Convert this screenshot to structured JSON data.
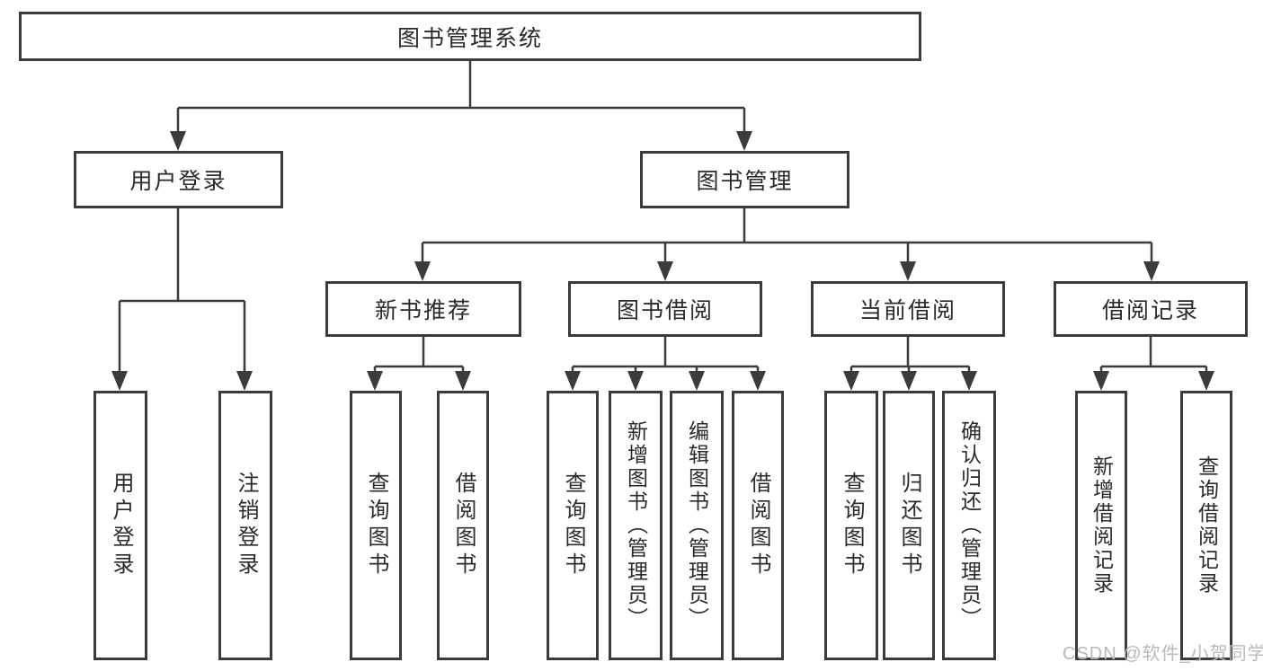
{
  "diagram": {
    "colors": {
      "line": "#3b3b3b",
      "box_border": "#3b3b3b",
      "text": "#2a2a2a",
      "watermark": "#b9b9bd",
      "background": "#ffffff"
    },
    "tree": {
      "root": {
        "label": "图书管理系统"
      },
      "branches": [
        {
          "label": "用户登录",
          "leaves": [
            {
              "label": "用户登录"
            },
            {
              "label": "注销登录"
            }
          ]
        },
        {
          "label": "图书管理",
          "groups": [
            {
              "label": "新书推荐",
              "leaves": [
                {
                  "label": "查询图书"
                },
                {
                  "label": "借阅图书"
                }
              ]
            },
            {
              "label": "图书借阅",
              "leaves": [
                {
                  "label": "查询图书"
                },
                {
                  "label": "新增图书（管理员）"
                },
                {
                  "label": "编辑图书（管理员）"
                },
                {
                  "label": "借阅图书"
                }
              ]
            },
            {
              "label": "当前借阅",
              "leaves": [
                {
                  "label": "查询图书"
                },
                {
                  "label": "归还图书"
                },
                {
                  "label": "确认归还（管理员）"
                }
              ]
            },
            {
              "label": "借阅记录",
              "leaves": [
                {
                  "label": "新增借阅记录"
                },
                {
                  "label": "查询借阅记录"
                }
              ]
            }
          ]
        }
      ]
    },
    "watermark": {
      "text": "CSDN @软件_小贺同学"
    }
  }
}
